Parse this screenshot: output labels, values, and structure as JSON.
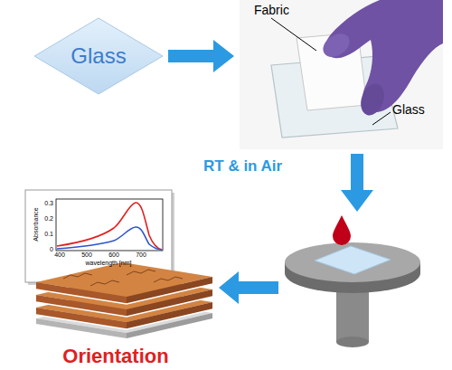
{
  "diagram": {
    "nodes": [
      {
        "text": [
          "Glass"
        ]
      }
    ],
    "labels": [
      "Fabric",
      "Glass",
      "RT & in Air",
      "0.3",
      "Absorbance",
      "0.2",
      "0.1",
      "0",
      "400",
      "500",
      "600",
      "700",
      "wavelength [nm]",
      "Orientation"
    ]
  }
}
